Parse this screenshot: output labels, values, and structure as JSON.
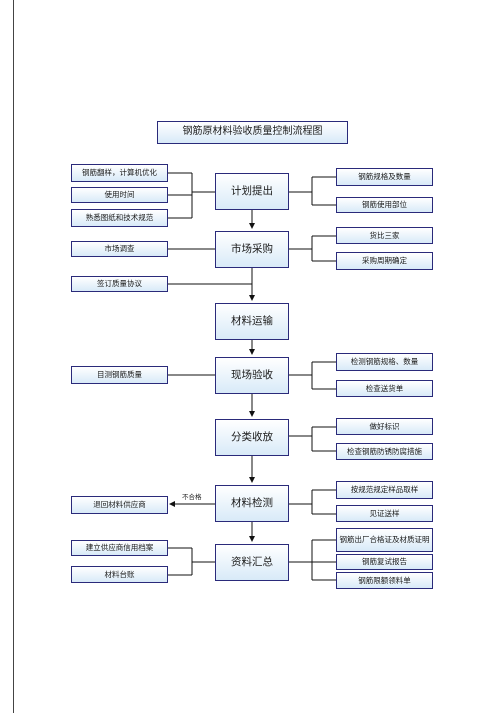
{
  "title": "钢筋原材料验收质量控制流程图",
  "steps": [
    "计划提出",
    "市场采购",
    "材料运输",
    "现场验收",
    "分类收放",
    "材料检测",
    "资料汇总"
  ],
  "left": [
    "钢筋翻样，计算机优化",
    "使用时间",
    "熟悉图纸和技术规范",
    "市场调查",
    "签订质量协议",
    "目测钢筋质量",
    "退回材料供应商",
    "建立供应商信用档案",
    "材料台账"
  ],
  "right": [
    "钢筋规格及数量",
    "钢筋使用部位",
    "货比三家",
    "采购周期确定",
    "检测钢筋规格、数量",
    "检查送货单",
    "做好标识",
    "检查钢筋防锈防腐措施",
    "按规范规定样品取样",
    "见证送样",
    "钢筋出厂合格证及材质证明",
    "钢筋复试报告",
    "钢筋限额领料单"
  ],
  "fail_label": "不合格"
}
